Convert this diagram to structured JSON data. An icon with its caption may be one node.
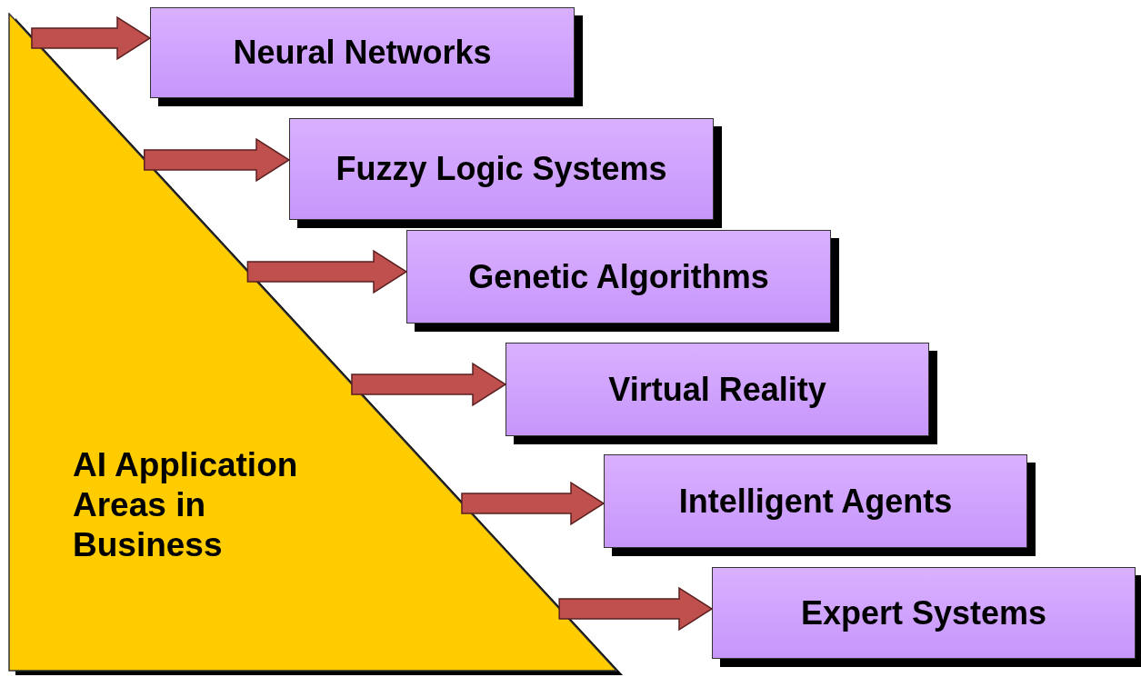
{
  "diagram": {
    "nodes": [
      {
        "text": [
          "AI Application Areas in Business"
        ]
      },
      {
        "text": [
          "Neural Networks"
        ]
      },
      {
        "text": [
          "Fuzzy Logic Systems"
        ]
      },
      {
        "text": [
          "Genetic Algorithms"
        ]
      },
      {
        "text": [
          "Virtual Reality"
        ]
      },
      {
        "text": [
          "Intelligent Agents"
        ]
      },
      {
        "text": [
          "Expert Systems"
        ]
      }
    ],
    "edges": [
      {
        "from": 0,
        "to": 1,
        "arrow": "to"
      },
      {
        "from": 0,
        "to": 2,
        "arrow": "to"
      },
      {
        "from": 0,
        "to": 3,
        "arrow": "to"
      },
      {
        "from": 0,
        "to": 4,
        "arrow": "to"
      },
      {
        "from": 0,
        "to": 5,
        "arrow": "to"
      },
      {
        "from": 0,
        "to": 6,
        "arrow": "to"
      }
    ]
  }
}
